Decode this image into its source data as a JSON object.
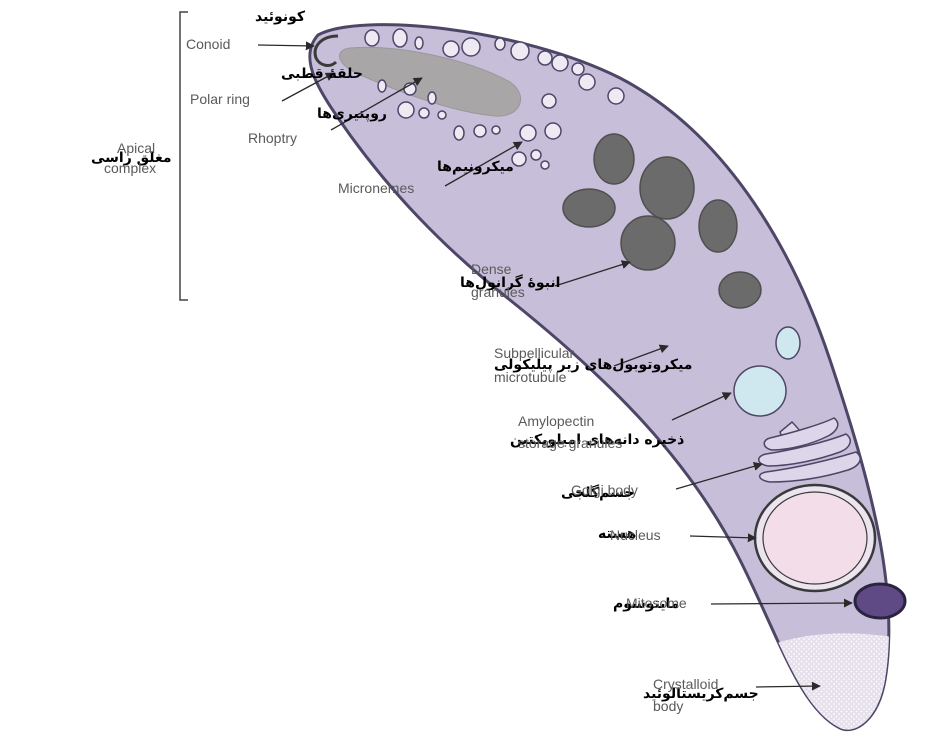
{
  "colors": {
    "cell_fill": "#c7bfd9",
    "cell_stroke": "#4e4666",
    "rhoptry": "#a9a6a8",
    "dense_granule": "#6b6b6b",
    "amylopectin": "#cfe8f0",
    "nucleus_fill": "#f2dde8",
    "mitosome_fill": "#5f4a86",
    "crystalloid_fill": "#e4dcea",
    "micronemes": "#eeeaf4"
  },
  "labels": {
    "conoid": {
      "fa": "کونوئید",
      "en": "Conoid"
    },
    "polar_ring": {
      "fa": "حلقهٔ قطبی",
      "en": "Polar ring"
    },
    "rhoptry": {
      "fa": "روپتیری‌ها",
      "en": "Rhoptry"
    },
    "apical_complex": {
      "fa": "مغلق راسی",
      "en_line1": "Apical",
      "en_line2": "complex"
    },
    "micronemes": {
      "fa": "میکرونیم‌ها",
      "en": "Micronemes"
    },
    "dense_granules": {
      "fa": "انبوهٔ گرانول‌ها",
      "en_line1": "Dense",
      "en_line2": "granules"
    },
    "subpellicular": {
      "fa": "میکروتوبول‌های زیر پیلیکولی",
      "en_line1": "Subpellicular",
      "en_line2": "microtubule"
    },
    "amylopectin": {
      "fa": "ذخیره دانه‌های امیلوپکتین",
      "en_line1": "Amylopectin",
      "en_line2": "storage granules"
    },
    "golgi": {
      "fa": "جسم‌گلجی",
      "en": "Golgi body"
    },
    "nucleus": {
      "fa": "هسته",
      "en": "Nucleus"
    },
    "mitosome": {
      "fa": "مایتوسوم",
      "en": "Mitosome"
    },
    "crystalloid": {
      "fa": "جسم‌کریستالوئید",
      "en_line1": "Crystalloid",
      "en_line2": "body"
    }
  }
}
